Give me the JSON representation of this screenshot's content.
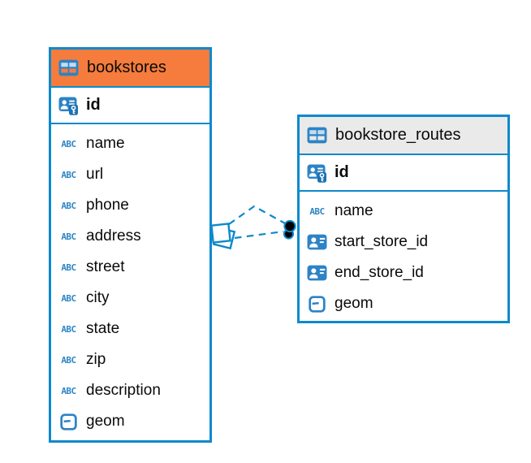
{
  "diagram": {
    "type": "entity-relationship",
    "background": "#ffffff",
    "accent_color": "#0d89cc",
    "relationship": {
      "from_table": "bookstores",
      "from_column": "id",
      "to_table": "bookstore_routes",
      "to_columns": [
        "start_store_id",
        "end_store_id"
      ],
      "line_style": "dashed",
      "line_color": "#0d89cc",
      "start_marker": "diamond",
      "end_marker": "filled-circles"
    }
  },
  "icons": {
    "text_type_glyph": "ABC",
    "table_icon": "table-grid-icon",
    "primary_key_icon": "person-key-icon",
    "reference_icon": "person-card-icon",
    "geometry_icon": "square-dash-icon"
  },
  "colors": {
    "selected_header_orange": "#f57c3c",
    "header_gray": "#eaeaea",
    "icon_blue": "#2d83c6",
    "border_blue": "#0d89cc",
    "text": "#0a0a0a"
  },
  "tables": [
    {
      "title": "bookstores",
      "header_color": "#f57c3c",
      "selected": true,
      "primary_key": {
        "name": "id",
        "type": "primary-key"
      },
      "columns": [
        {
          "name": "name",
          "type": "text"
        },
        {
          "name": "url",
          "type": "text"
        },
        {
          "name": "phone",
          "type": "text"
        },
        {
          "name": "address",
          "type": "text"
        },
        {
          "name": "street",
          "type": "text"
        },
        {
          "name": "city",
          "type": "text"
        },
        {
          "name": "state",
          "type": "text"
        },
        {
          "name": "zip",
          "type": "text"
        },
        {
          "name": "description",
          "type": "text"
        },
        {
          "name": "geom",
          "type": "geometry"
        }
      ]
    },
    {
      "title": "bookstore_routes",
      "header_color": "#eaeaea",
      "selected": false,
      "primary_key": {
        "name": "id",
        "type": "primary-key"
      },
      "columns": [
        {
          "name": "name",
          "type": "text"
        },
        {
          "name": "start_store_id",
          "type": "reference"
        },
        {
          "name": "end_store_id",
          "type": "reference"
        },
        {
          "name": "geom",
          "type": "geometry"
        }
      ]
    }
  ]
}
